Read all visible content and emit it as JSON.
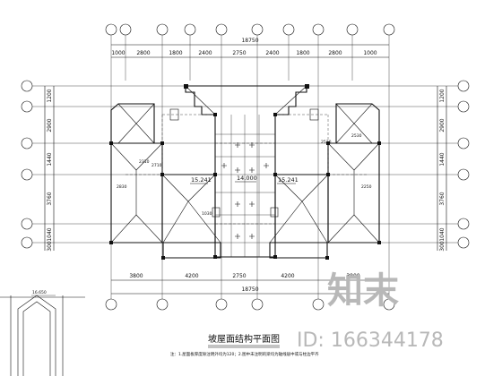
{
  "drawing": {
    "title": "坡屋面结构平面图",
    "level_left": "15.241",
    "level_center": "14.000",
    "level_right": "15.241",
    "level_detail": "16.650",
    "top_total": "18750",
    "bottom_total": "18750",
    "top_dims": [
      "1000",
      "2800",
      "1800",
      "2400",
      "2750",
      "2400",
      "1800",
      "2800",
      "1000"
    ],
    "bottom_dims": [
      "3800",
      "4200",
      "2750",
      "4200",
      "3800"
    ],
    "left_dims": [
      "1200",
      "2900",
      "1440",
      "3760",
      "1040",
      "300"
    ],
    "right_dims": [
      "1200",
      "2900",
      "1440",
      "3760",
      "1040",
      "300"
    ],
    "small_labels": [
      "2530",
      "2530",
      "2710",
      "2310",
      "2830",
      "2250",
      "1030"
    ],
    "footnote": "注：1.屋面板厚度除注明外均为120；2.图中未注明的梁均为轴线居中或与柱边平齐"
  },
  "watermark": {
    "logo_text": "知末",
    "id_text": "ID: 166344178"
  }
}
